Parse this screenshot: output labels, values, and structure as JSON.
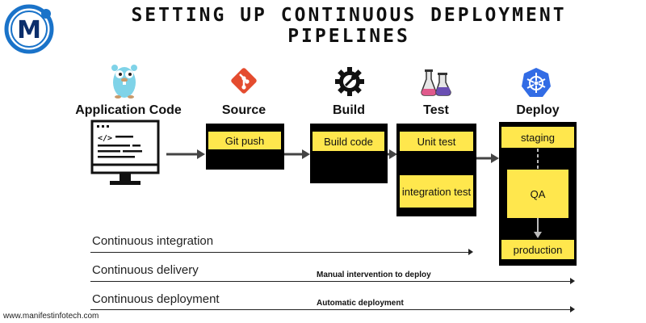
{
  "header": {
    "title": "SETTING UP CONTINUOUS DEPLOYMENT PIPELINES",
    "logo_letter": "M"
  },
  "stages": {
    "application_code": {
      "label": "Application Code",
      "icon": "gopher-icon"
    },
    "source": {
      "label": "Source",
      "icon": "git-icon",
      "steps": [
        "Git push"
      ]
    },
    "build": {
      "label": "Build",
      "icon": "gear-wrench-icon",
      "steps": [
        "Build code"
      ]
    },
    "test": {
      "label": "Test",
      "icon": "lab-flasks-icon",
      "steps": [
        "Unit test",
        "integration test"
      ]
    },
    "deploy": {
      "label": "Deploy",
      "icon": "kubernetes-icon",
      "steps": [
        "staging",
        "QA",
        "production"
      ]
    }
  },
  "tracks": [
    {
      "label": "Continuous integration",
      "note": ""
    },
    {
      "label": "Continuous delivery",
      "note": "Manual intervention to deploy"
    },
    {
      "label": "Continuous deployment",
      "note": "Automatic deployment"
    }
  ],
  "footer": {
    "url": "www.manifestinfotech.com"
  },
  "colors": {
    "step_fill": "#ffe74d",
    "box_fill": "#000000",
    "logo_blue": "#1a73c9",
    "git_red": "#e44c2f",
    "kubernetes_blue": "#326ce5"
  }
}
